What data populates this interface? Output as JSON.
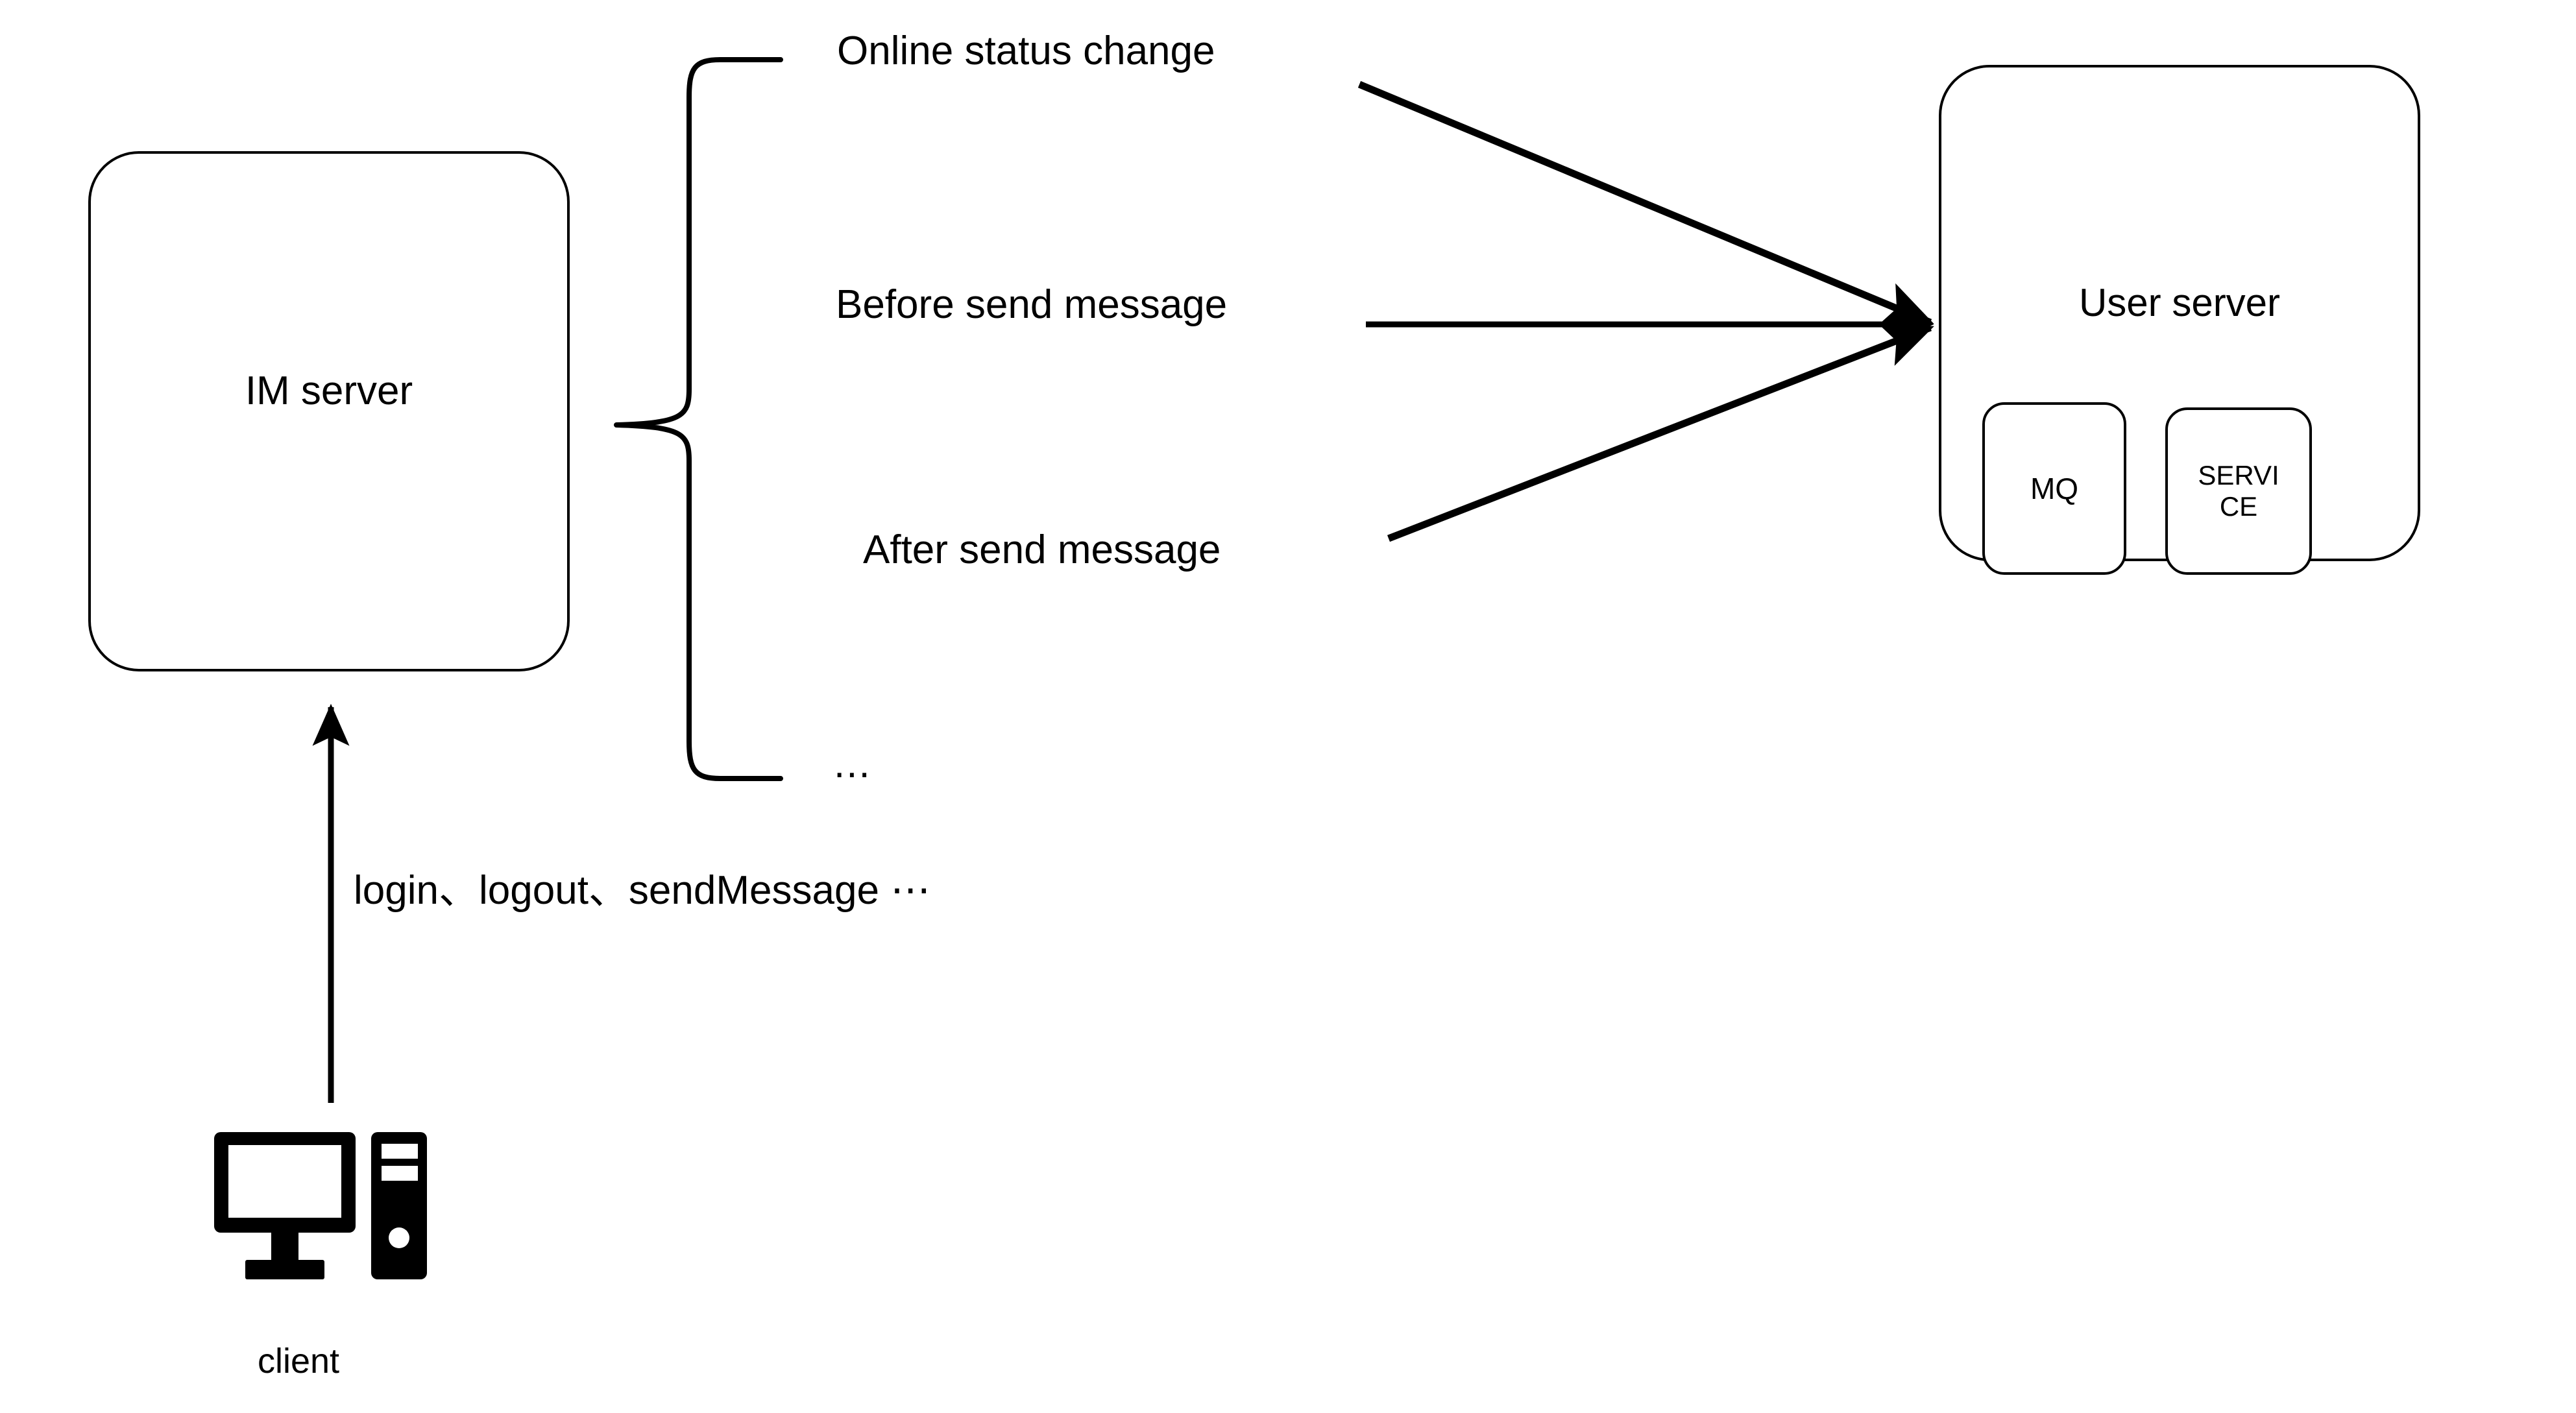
{
  "diagram": {
    "title": "IM server hook flow to User server",
    "stroke_color": "#000000",
    "background_color": "#ffffff"
  },
  "nodes": {
    "im_server": {
      "label": "IM server"
    },
    "user_server": {
      "label": "User server",
      "components": [
        {
          "label": "MQ",
          "name": "mq"
        },
        {
          "label": "SERVI\nCE",
          "name": "service"
        }
      ]
    },
    "client": {
      "label": "client",
      "icon": "desktop-computer-icon"
    }
  },
  "hooks": {
    "brace_label": "hook events brace",
    "items": [
      {
        "label": "Online status change",
        "name": "online-status-change"
      },
      {
        "label": "Before send message",
        "name": "before-send-message"
      },
      {
        "label": "After send message",
        "name": "after-send-message"
      },
      {
        "label": "...",
        "name": "more-hooks"
      }
    ]
  },
  "edges": {
    "client_to_im": {
      "label": "login、logout、sendMessage ⋯",
      "direction": "client -> IM server"
    },
    "hooks_to_user": {
      "direction": "hook events -> User server",
      "arrow_count": 3
    }
  }
}
